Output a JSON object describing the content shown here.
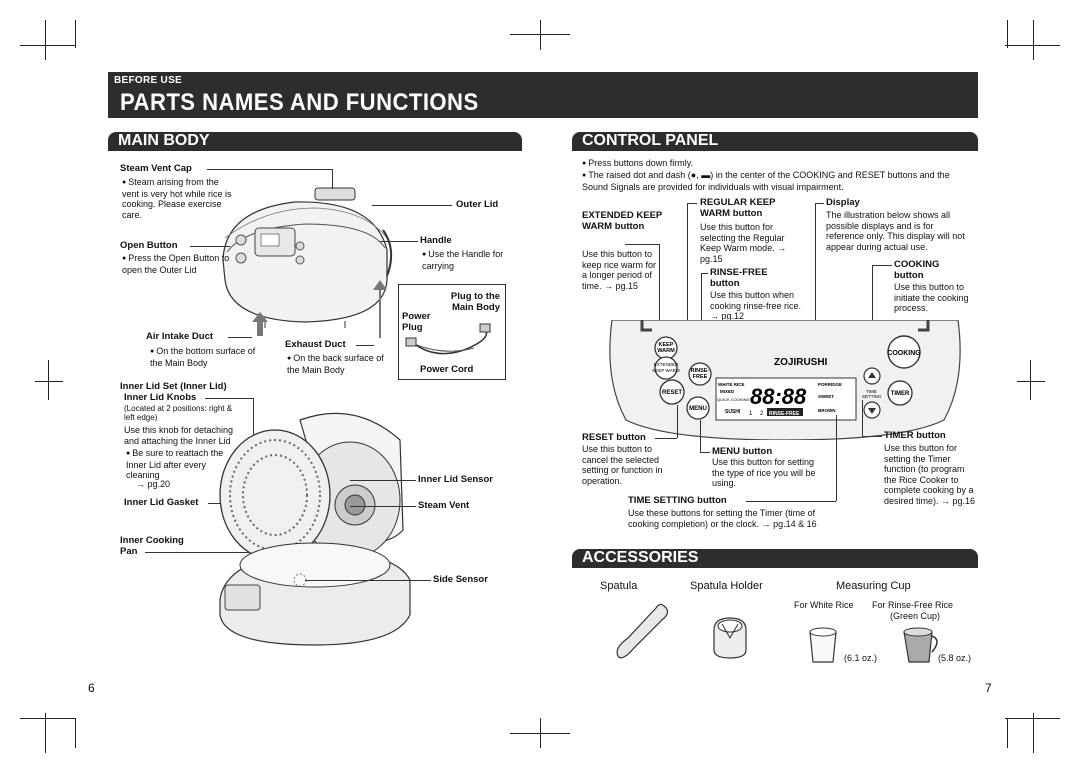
{
  "header": {
    "section_tag": "BEFORE USE",
    "title": "PARTS NAMES AND FUNCTIONS"
  },
  "main_body": {
    "heading": "MAIN BODY",
    "steam_vent_cap": {
      "label": "Steam Vent Cap",
      "desc": "Steam arising from the vent is very hot while rice is cooking. Please exercise care."
    },
    "outer_lid": {
      "label": "Outer Lid"
    },
    "open_button": {
      "label": "Open Button",
      "desc": "Press the Open Button to open the Outer Lid"
    },
    "handle": {
      "label": "Handle",
      "desc": "Use the Handle for carrying"
    },
    "plug_main": {
      "label": "Plug to the Main Body"
    },
    "power_plug": {
      "label": "Power Plug"
    },
    "power_cord": {
      "label": "Power Cord"
    },
    "air_intake": {
      "label": "Air Intake Duct",
      "desc": "On the bottom surface of the Main Body"
    },
    "exhaust": {
      "label": "Exhaust Duct",
      "desc": "On the back surface of the Main Body"
    },
    "inner_lid_set": {
      "label": "Inner Lid Set (Inner Lid)"
    },
    "inner_lid_knobs": {
      "label": "Inner Lid Knobs",
      "note": "(Located at 2 positions: right & left edge)",
      "desc": "Use this knob for detaching and attaching the Inner Lid",
      "bullet": "Be sure to reattach the Inner Lid after every cleaning",
      "ref": "→ pg.20"
    },
    "inner_lid_gasket": {
      "label": "Inner Lid Gasket"
    },
    "inner_cooking_pan": {
      "label": "Inner Cooking Pan"
    },
    "inner_lid_sensor": {
      "label": "Inner Lid Sensor"
    },
    "steam_vent": {
      "label": "Steam Vent"
    },
    "side_sensor": {
      "label": "Side Sensor"
    }
  },
  "control_panel": {
    "heading": "CONTROL PANEL",
    "bullet1": "Press buttons down firmly.",
    "bullet2": "The raised dot and dash (●, ▬) in the center of the COOKING and RESET buttons and the Sound Signals are provided for individuals with visual impairment.",
    "extended": {
      "label": "EXTENDED KEEP WARM button",
      "desc": "Use this button to keep rice warm for a longer period of time. → pg.15"
    },
    "regular": {
      "label": "REGULAR KEEP WARM button",
      "desc": "Use this button for selecting the Regular Keep Warm mode. → pg.15"
    },
    "rinse": {
      "label": "RINSE-FREE button",
      "desc": "Use this button when cooking rinse-free rice. → pg.12"
    },
    "display": {
      "label": "Display",
      "desc": "The illustration below shows all possible displays and is for reference only. This display will not appear during actual use."
    },
    "cooking": {
      "label": "COOKING button",
      "desc": "Use this button to initiate the cooking process."
    },
    "reset": {
      "label": "RESET button",
      "desc": "Use this button to cancel the selected setting or function in operation."
    },
    "menu": {
      "label": "MENU button",
      "desc": "Use this button for setting the type of rice you will be using."
    },
    "timer": {
      "label": "TIMER button",
      "desc": "Use this button for setting the Timer function (to program the Rice Cooker to complete cooking by a desired time). → pg.16"
    },
    "time_setting": {
      "label": "TIME SETTING button",
      "desc": "Use these buttons for setting the Timer (time of cooking completion) or the clock. → pg.14 & 16"
    },
    "panel": {
      "brand": "ZOJIRUSHI",
      "keep": "KEEP",
      "warm": "WARM",
      "extended": "EXTENDED",
      "keep_warm": "KEEP WARM",
      "rinse": "RINSE-",
      "free": "FREE",
      "reset": "RESET",
      "menu": "MENU",
      "cooking": "COOKING",
      "timer": "TIMER",
      "time": "TIME",
      "setting": "SETTING",
      "white_rice": "WHITE RICE",
      "mixed": "MIXED",
      "quick": "QUICK COOKING",
      "sushi": "SUSHI",
      "porridge": "PORRIDGE",
      "sweet": "SWEET",
      "brown": "BROWN",
      "digits": "88:88",
      "num1": "1",
      "num2": "2",
      "rinse_free": "RINSE-FREE"
    }
  },
  "accessories": {
    "heading": "ACCESSORIES",
    "spatula": "Spatula",
    "holder": "Spatula Holder",
    "cup": "Measuring Cup",
    "white": "For White Rice",
    "rinsefree": "For Rinse-Free Rice",
    "green": "(Green Cup)",
    "oz1": "(6.1 oz.)",
    "oz2": "(5.8 oz.)"
  },
  "page_numbers": {
    "left": "6",
    "right": "7"
  }
}
